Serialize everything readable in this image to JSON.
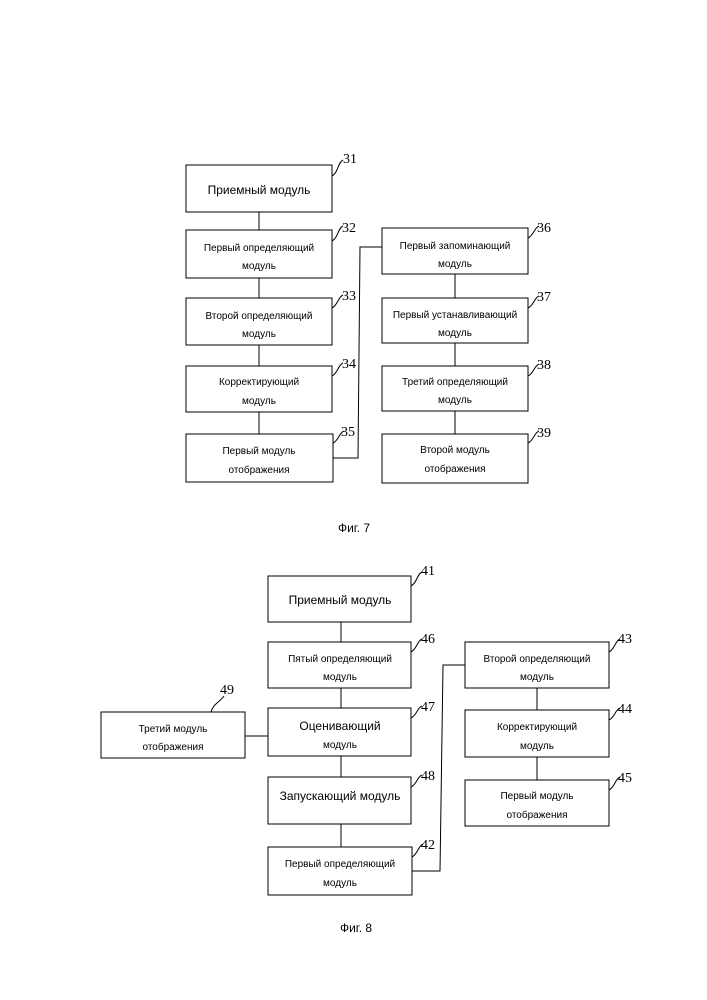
{
  "fig7": {
    "caption": "Фиг. 7",
    "boxes": {
      "b31": {
        "ref": "31",
        "lines": [
          "Приемный модуль"
        ]
      },
      "b32": {
        "ref": "32",
        "lines": [
          "Первый определяющий",
          "модуль"
        ]
      },
      "b33": {
        "ref": "33",
        "lines": [
          "Второй определяющий",
          "модуль"
        ]
      },
      "b34": {
        "ref": "34",
        "lines": [
          "Корректирующий",
          "модуль"
        ]
      },
      "b35": {
        "ref": "35",
        "lines": [
          "Первый модуль",
          "отображения"
        ]
      },
      "b36": {
        "ref": "36",
        "lines": [
          "Первый запоминающий",
          "модуль"
        ]
      },
      "b37": {
        "ref": "37",
        "lines": [
          "Первый устанавливающий",
          "модуль"
        ]
      },
      "b38": {
        "ref": "38",
        "lines": [
          "Третий определяющий",
          "модуль"
        ]
      },
      "b39": {
        "ref": "39",
        "lines": [
          "Второй модуль",
          "отображения"
        ]
      }
    }
  },
  "fig8": {
    "caption": "Фиг. 8",
    "boxes": {
      "b41": {
        "ref": "41",
        "lines": [
          "Приемный модуль"
        ]
      },
      "b46": {
        "ref": "46",
        "lines": [
          "Пятый определяющий",
          "модуль"
        ]
      },
      "b47": {
        "ref": "47",
        "lines": [
          "Оценивающий",
          "модуль"
        ]
      },
      "b48": {
        "ref": "48",
        "lines": [
          "Запускающий модуль"
        ]
      },
      "b42": {
        "ref": "42",
        "lines": [
          "Первый определяющий",
          "модуль"
        ]
      },
      "b49": {
        "ref": "49",
        "lines": [
          "Третий модуль",
          "отображения"
        ]
      },
      "b43": {
        "ref": "43",
        "lines": [
          "Второй определяющий",
          "модуль"
        ]
      },
      "b44": {
        "ref": "44",
        "lines": [
          "Корректирующий",
          "модуль"
        ]
      },
      "b45": {
        "ref": "45",
        "lines": [
          "Первый модуль",
          "отображения"
        ]
      }
    }
  }
}
